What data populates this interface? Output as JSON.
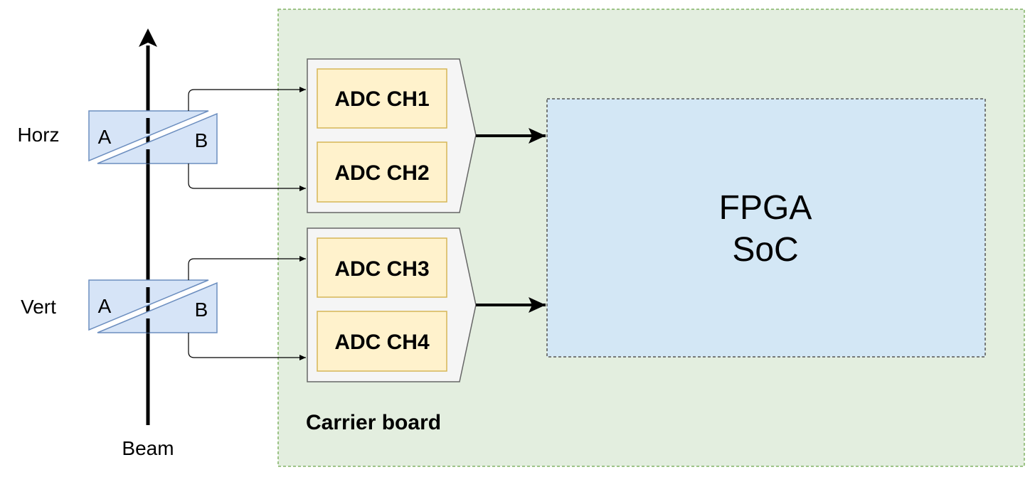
{
  "labels": {
    "horz": "Horz",
    "vert": "Vert",
    "beam": "Beam",
    "pickup_a": "A",
    "pickup_b": "B",
    "carrier_board": "Carrier board",
    "fpga_line1": "FPGA",
    "fpga_line2": "SoC"
  },
  "adc_channels": [
    "ADC CH1",
    "ADC CH2",
    "ADC CH3",
    "ADC CH4"
  ],
  "colors": {
    "carrier_fill": "#e3eedf",
    "carrier_border": "#82b366",
    "fpga_fill": "#d3e7f5",
    "fpga_border": "#555555",
    "adc_fill": "#fff2cc",
    "adc_border": "#d6b656",
    "mux_fill": "#f5f5f5",
    "mux_border": "#666666",
    "pickup_fill": "#d6e4f7",
    "pickup_border": "#6c8ebf"
  }
}
